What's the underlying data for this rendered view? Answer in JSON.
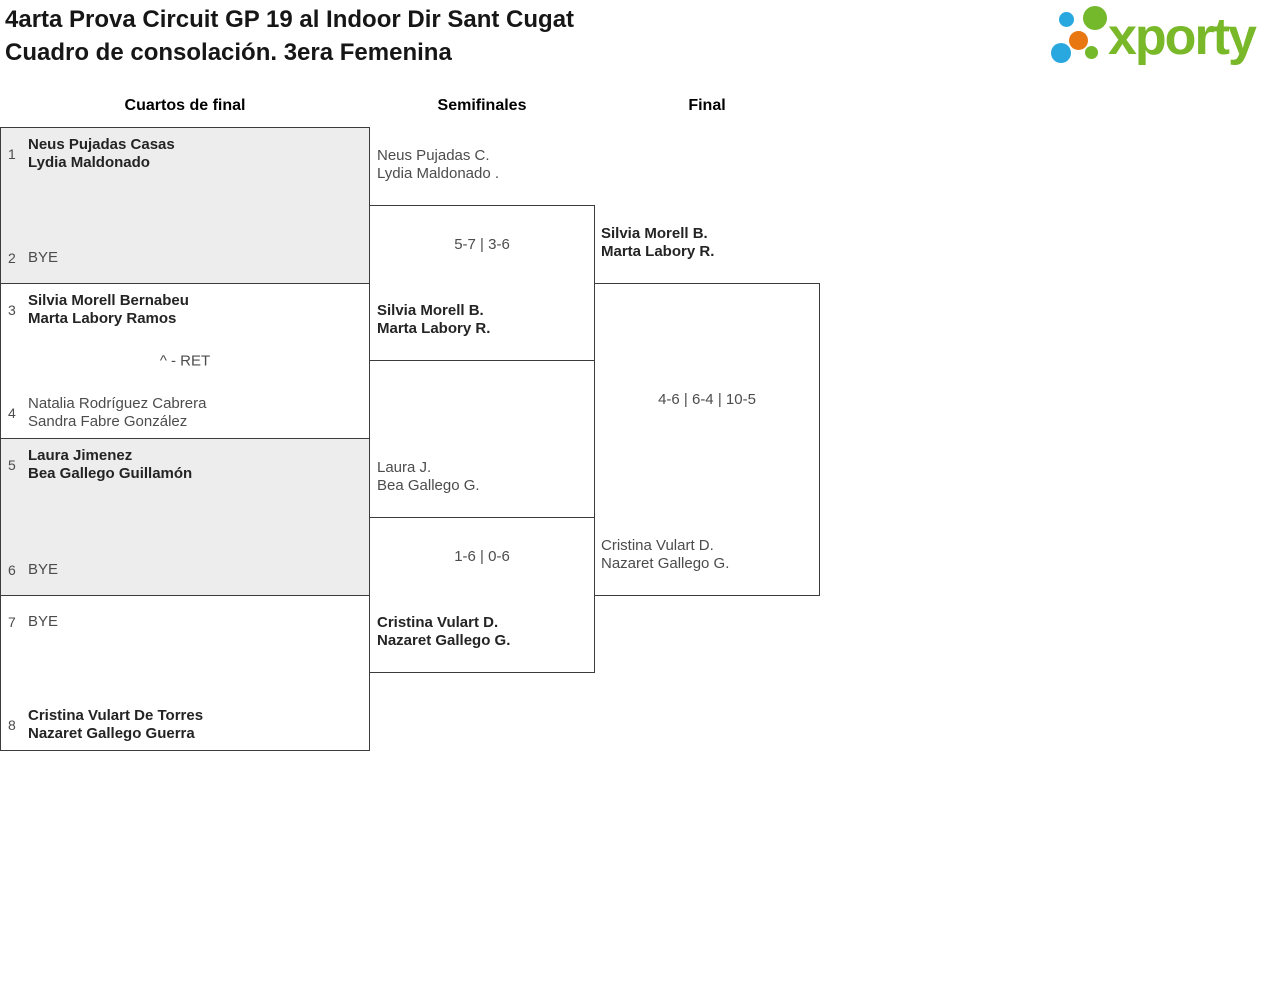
{
  "page": {
    "title_line1": "4arta Prova Circuit GP 19 al Indoor Dir Sant Cugat",
    "title_line2": "Cuadro de consolación. 3era Femenina"
  },
  "logo": {
    "wordmark": "xporty",
    "colors": {
      "green": "#74b82c",
      "blue": "#29a8e0",
      "orange": "#e87611"
    }
  },
  "colors": {
    "box_fill_alt": "#ededed",
    "box_border": "#3c3c3c",
    "winner_text": "#242424",
    "regular_text": "#4c4c4c"
  },
  "rounds": [
    {
      "label": "Cuartos de final"
    },
    {
      "label": "Semifinales"
    },
    {
      "label": "Final"
    }
  ],
  "quarterfinals": [
    {
      "seed1": "1",
      "team1": {
        "line1": "Neus Pujadas Casas",
        "line2": "Lydia Maldonado",
        "winner": true
      },
      "score": "",
      "seed2": "2",
      "team2": {
        "line1": "BYE",
        "line2": "",
        "winner": false
      }
    },
    {
      "seed1": "3",
      "team1": {
        "line1": "Silvia Morell Bernabeu",
        "line2": "Marta Labory Ramos",
        "winner": true
      },
      "score": "^ - RET",
      "seed2": "4",
      "team2": {
        "line1": "Natalia Rodríguez Cabrera",
        "line2": "Sandra Fabre González",
        "winner": false
      }
    },
    {
      "seed1": "5",
      "team1": {
        "line1": "Laura Jimenez",
        "line2": "Bea Gallego Guillamón",
        "winner": true
      },
      "score": "",
      "seed2": "6",
      "team2": {
        "line1": "BYE",
        "line2": "",
        "winner": false
      }
    },
    {
      "seed1": "7",
      "team1": {
        "line1": "BYE",
        "line2": "",
        "winner": false
      },
      "score": "",
      "seed2": "8",
      "team2": {
        "line1": "Cristina Vulart De Torres",
        "line2": "Nazaret Gallego Guerra",
        "winner": true
      }
    }
  ],
  "semifinals": [
    {
      "team1": {
        "line1": "Neus Pujadas C.",
        "line2": "Lydia Maldonado .",
        "winner": false
      },
      "score": "5-7 | 3-6",
      "team2": {
        "line1": "Silvia Morell B.",
        "line2": "Marta Labory R.",
        "winner": true
      }
    },
    {
      "team1": {
        "line1": "Laura J.",
        "line2": "Bea Gallego G.",
        "winner": false
      },
      "score": "1-6 | 0-6",
      "team2": {
        "line1": "Cristina Vulart D.",
        "line2": "Nazaret Gallego G.",
        "winner": true
      }
    }
  ],
  "final": {
    "team1": {
      "line1": "Silvia Morell B.",
      "line2": "Marta Labory R.",
      "winner": true
    },
    "score": "4-6 | 6-4 | 10-5",
    "team2": {
      "line1": "Cristina Vulart D.",
      "line2": "Nazaret Gallego G.",
      "winner": false
    }
  }
}
